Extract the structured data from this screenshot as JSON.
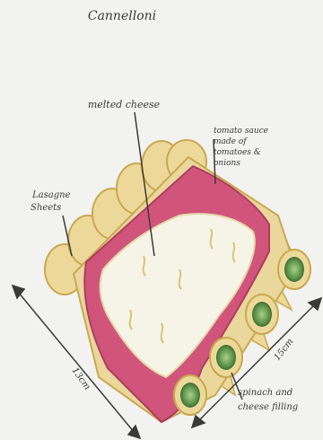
{
  "title": "Cannelloni",
  "labels": {
    "melted_cheese": "melted cheese",
    "tomato_sauce": [
      "tomato sauce",
      "made of",
      "tomatoes &",
      "onions"
    ],
    "lasagne_sheets": [
      "Lasagne",
      "Sheets"
    ],
    "spinach_filling": [
      "spinach and",
      "cheese filling"
    ],
    "dim_left": "13cm",
    "dim_right": "15cm"
  },
  "colors": {
    "paper": "#f2f2f0",
    "pasta": "#ecd99a",
    "pasta_edge": "#c9a94f",
    "sauce": "#cf4a78",
    "cheese": "#f6f4e6",
    "spinach": "#6b9e56",
    "ink": "#3a3a3a"
  }
}
